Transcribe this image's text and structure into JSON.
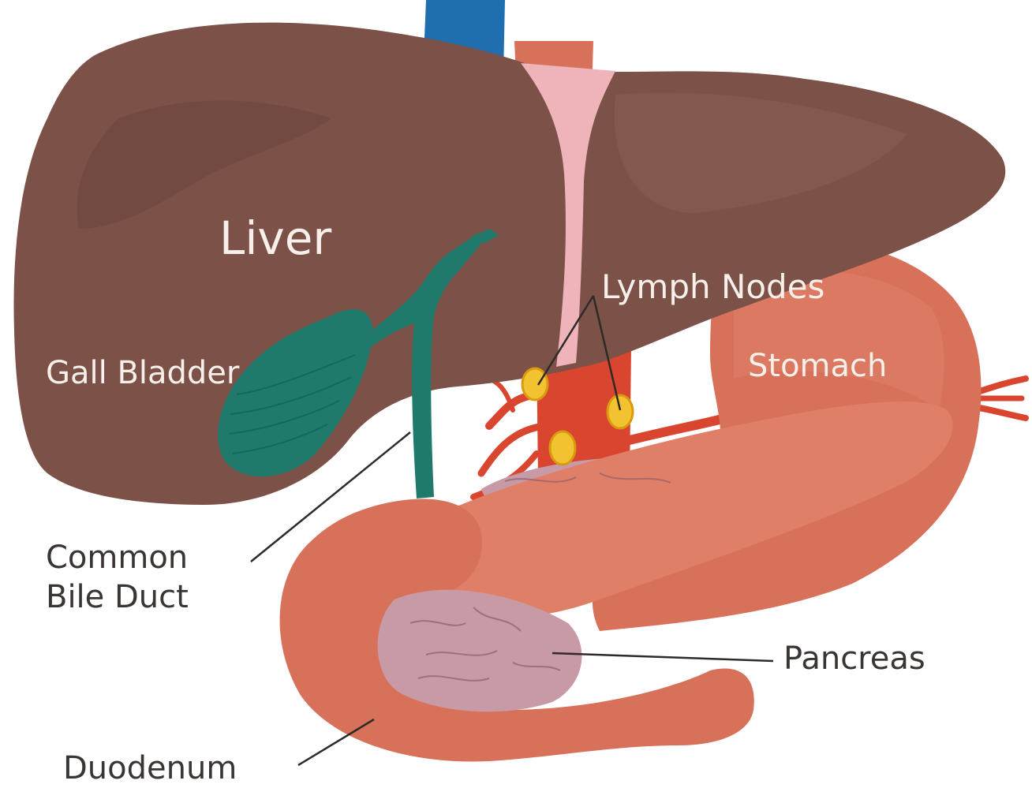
{
  "labels": {
    "liver": "Liver",
    "lymph_nodes": "Lymph Nodes",
    "gall_bladder": "Gall Bladder",
    "stomach": "Stomach",
    "common_bile_duct_line1": "Common",
    "common_bile_duct_line2": "Bile Duct",
    "pancreas": "Pancreas",
    "duodenum": "Duodenum"
  },
  "colors": {
    "liver": "#7b5148",
    "liver_shadow": "#6e453d",
    "gall_bladder": "#1f7a6c",
    "stomach": "#d8715a",
    "pancreas": "#c79aa6",
    "vessels": "#d9452e",
    "vena_cava": "#1f6fb0",
    "lymph_node": "#f2c230",
    "ligament": "#efb3ba"
  }
}
